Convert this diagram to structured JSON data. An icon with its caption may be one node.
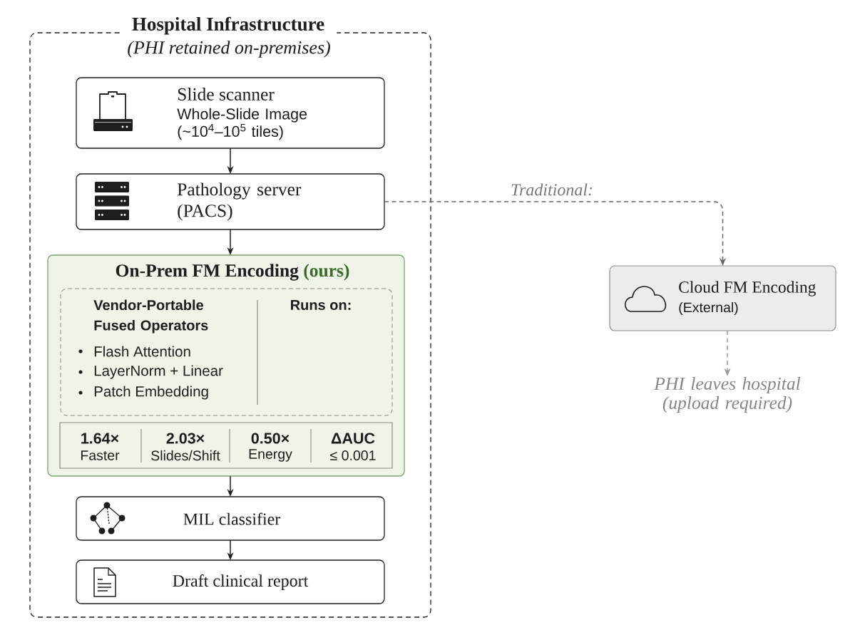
{
  "diagram": {
    "nodes": [
      {
        "text": [
          "Hospital Infrastructure",
          "(PHI retained on-premises)"
        ]
      },
      {
        "text": [
          "Slide scanner",
          "Whole-Slide Image (~10$^{4}$–10$^{5}$ tiles)"
        ],
        "in": 0
      },
      {
        "text": [
          "Pathology server (PACS)"
        ],
        "in": 0
      },
      {
        "text": [
          "On-Prem FM Encoding",
          "(ours)"
        ],
        "in": 0
      },
      {
        "text": [
          "Vendor-Portable Fused Operators",
          "Flash Attention",
          "LayerNorm + Linear",
          "Patch Embedding",
          "Runs on:"
        ],
        "in": 3
      },
      {
        "text": [
          "1.64×",
          "Faster",
          "2.03×",
          "Slides/Shift",
          "0.50×",
          "Energy",
          "ΔAUC",
          "≤ 0.001"
        ],
        "in": 3
      },
      {
        "text": [
          "MIL classifier"
        ],
        "in": 0
      },
      {
        "text": [
          "Draft clinical report"
        ],
        "in": 0
      },
      {
        "text": [
          "Cloud FM Encoding",
          "(External)"
        ]
      },
      {
        "text": [
          "PHI leaves hospital (upload required)"
        ]
      }
    ],
    "edges": [
      {
        "from": 1,
        "to": 2,
        "arrow": "to"
      },
      {
        "from": 2,
        "to": 3,
        "arrow": "to"
      },
      {
        "from": 3,
        "to": 6,
        "arrow": "to"
      },
      {
        "from": 6,
        "to": 7,
        "arrow": "to"
      },
      {
        "from": 2,
        "to": 8,
        "arrow": "to",
        "label": "Traditional:",
        "style": "dashed",
        "color": "#666666"
      },
      {
        "from": 8,
        "to": 9,
        "arrow": "to",
        "style": "dashed",
        "color": "#999999"
      }
    ]
  }
}
